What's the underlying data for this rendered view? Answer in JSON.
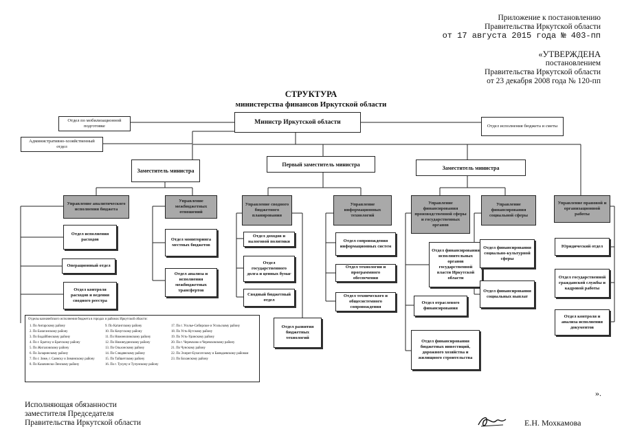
{
  "header": {
    "appendix_line1": "Приложение к постановлению",
    "appendix_line2": "Правительства Иркутской области",
    "appendix_line3": "от 17 августа 2015 года № 403-пп",
    "approved_line1": "«УТВЕРЖДЕНА",
    "approved_line2": "постановлением",
    "approved_line3": "Правительства Иркутской области",
    "approved_line4": "от 23 декабря 2008 года № 120-пп"
  },
  "title": {
    "line1": "СТРУКТУРА",
    "line2": "министерства финансов Иркутской области"
  },
  "org": {
    "minister": "Министр Иркутской области",
    "mobilization": "Отдел по мобилизационной подготовке",
    "admin": "Административно-хозяйственный отдел",
    "budget_execution": "Отдел исполнения бюджета и сметы",
    "deputy_left": "Заместитель министра",
    "first_deputy": "Первый заместитель министра",
    "deputy_right": "Заместитель министра",
    "mgmt_analytics": "Управление аналитического исполнения бюджета",
    "mgmt_interbudget": "Управление межбюджетных отношений",
    "mgmt_consolidated": "Управление сводного бюджетного планирования",
    "mgmt_it": "Управление информационных технологий",
    "mgmt_production": "Управление финансирования производственной сферы и государственных органов",
    "mgmt_social": "Управление финансирования социальной сферы",
    "mgmt_legal": "Управление правовой и организационной работы",
    "dept_expenses": "Отдел исполнения расходов",
    "dept_operational": "Операционный отдел",
    "dept_control": "Отдел контроля расходов и ведения сводного реестра",
    "dept_monitoring": "Отдел мониторинга местных бюджетов",
    "dept_transfers": "Отдел анализа и исполнения межбюджетных трансфертов",
    "dept_revenue": "Отдел доходов и налоговой политики",
    "dept_debt": "Отдел государственного долга и ценных бумаг",
    "dept_consolidated": "Сводный бюджетный отдел",
    "dept_budget_tech": "Отдел развития бюджетных технологий",
    "dept_info_support": "Отдел сопровождения информационных систем",
    "dept_tech_software": "Отдел технологии и программного обеспечения",
    "dept_tech_common": "Отдел технического и общесистемного сопровождения",
    "dept_exec_bodies": "Отдел финансирования исполнительных органов государственной власти Иркутской области",
    "dept_sectoral": "Отдел отраслевого финансирования",
    "dept_investments": "Отдел финансирования бюджетных инвестиций, дорожного хозяйства и жилищного строительства",
    "dept_culture": "Отдел финансирования социально-культурной сферы",
    "dept_social_payments": "Отдел финансирования социальных выплат",
    "dept_legal": "Юридический отдел",
    "dept_civil_service": "Отдел государственной гражданской службы и кадровой работы",
    "dept_control_docs": "Отдел контроля и анализа исполнения документов"
  },
  "legend": {
    "title": "Отделы казначейского исполнения бюджета в городах и районах Иркутской области:",
    "col1": [
      "1. По Ангарскому району",
      "2. По Балаганскому району",
      "3. По Бодайбинскому району",
      "4. По г. Братску и Братскому району",
      "5. По Жигаловскому району",
      "6. По Заларинскому району",
      "7. По г. Зиме, г. Саянску и Зиминскому району",
      "8. По Казачинско-Ленскому району"
    ],
    "col2": [
      "9. По Катангскому району",
      "10. По Качугскому району",
      "11. По Нижнеилимскому району",
      "12. По Нижнеудинскому району",
      "13. По Ольхонскому району",
      "14. По Слюдянскому району",
      "15. По Тайшетскому району",
      "16. По г. Тулуну и Тулунскому району"
    ],
    "col3": [
      "17. По г. Усолье-Сибирское и Усольскому району",
      "18. По Усть-Кутскому району",
      "19. По Усть-Удинскому району",
      "20. По г. Черемхово и Черемховскому району",
      "21. По Чунскому району",
      "22. По Эхирит-Булагатскому и Баяндаевскому районам",
      "23. По Боханскому району"
    ]
  },
  "footer": {
    "acting_line1": "Исполняющая обязанности",
    "acting_line2": "заместителя Председателя",
    "acting_line3": "Правительства Иркутской области",
    "signer": "Е.Н. Мохкамова",
    "closing_quote": "»."
  }
}
